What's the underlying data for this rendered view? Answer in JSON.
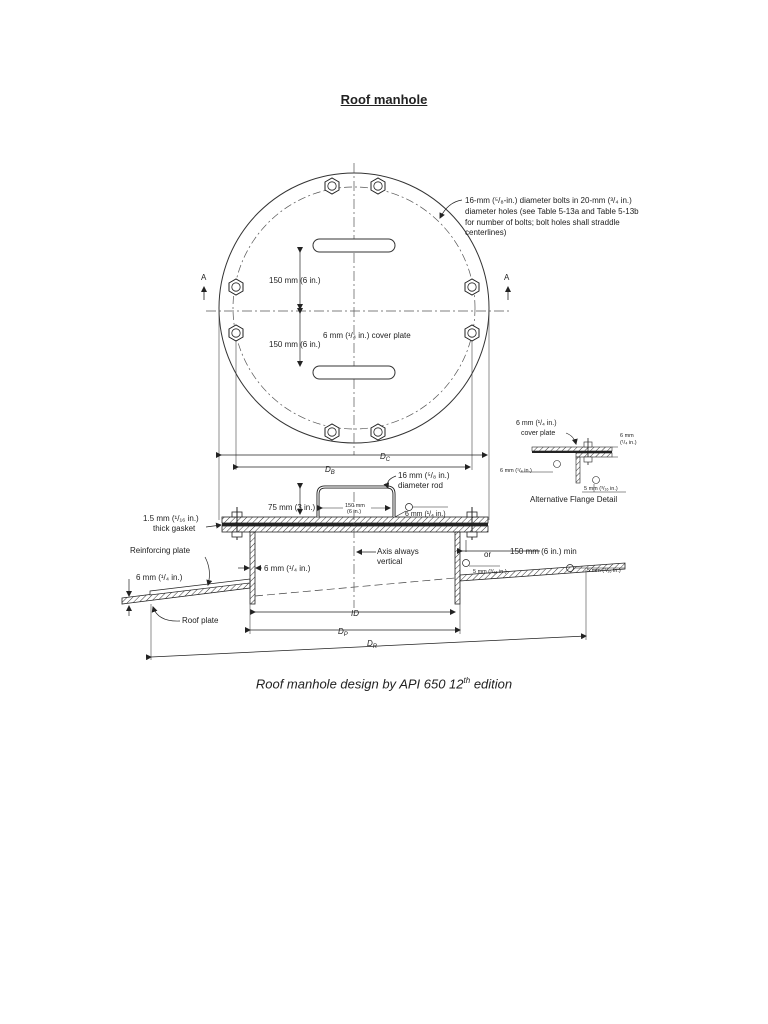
{
  "title": "Roof manhole",
  "caption": {
    "main": "Roof manhole design by API 650 12",
    "superscript": "th",
    "suffix": " edition"
  },
  "section_marks": {
    "left": "A",
    "right": "A"
  },
  "plan_view": {
    "bolts_callout": [
      "16-mm (⁵/₈-in.) diameter bolts in 20-mm (³/₄ in.)",
      "diameter holes (see Table 5-13a and Table 5-13b",
      "for number of bolts; bolt holes shall straddle",
      "centerlines)"
    ],
    "upper_offset": "150 mm (6 in.)",
    "lower_offset": "150 mm (6 in.)",
    "cover_plate": "6 mm (¹/₄ in.) cover plate"
  },
  "dimensions": {
    "dc": "D",
    "dc_sub": "C",
    "db": "D",
    "db_sub": "B",
    "id": "ID",
    "dp": "D",
    "dp_sub": "P",
    "dr": "D",
    "dr_sub": "R"
  },
  "section_view": {
    "rod": [
      "16 mm (⁵/₈ in.)",
      "diameter rod"
    ],
    "handle_height": "75 mm (3 in.)",
    "handle_width": [
      "150 mm",
      "(6 in.)"
    ],
    "weld_cover": "6 mm (¹/₄ in.)",
    "gasket": [
      "1.5 mm (¹/₁₆ in.)",
      "thick gasket"
    ],
    "reinforcing_plate": "Reinforcing plate",
    "neck_thickness": "6 mm (¹/₄ in.)",
    "axis": [
      "Axis always",
      "vertical"
    ],
    "or": "or",
    "min_projection": "150 mm (6 in.) min",
    "weld_left": "5 mm (³/₁₆ in.)",
    "weld_right": "5 mm (³/₁₆ in.)",
    "plate_thickness": "6 mm (¹/₄ in.)",
    "roof_plate": "Roof plate"
  },
  "flange_detail": {
    "cover_plate": [
      "6 mm (¹/₄ in.)",
      "cover plate"
    ],
    "right_dim": [
      "6 mm",
      "(¹/₄ in.)"
    ],
    "left_weld": "6 mm (¹/₄ in.)",
    "bottom_weld": "5 mm (³/₁₆ in.)",
    "title": "Alternative Flange Detail"
  }
}
